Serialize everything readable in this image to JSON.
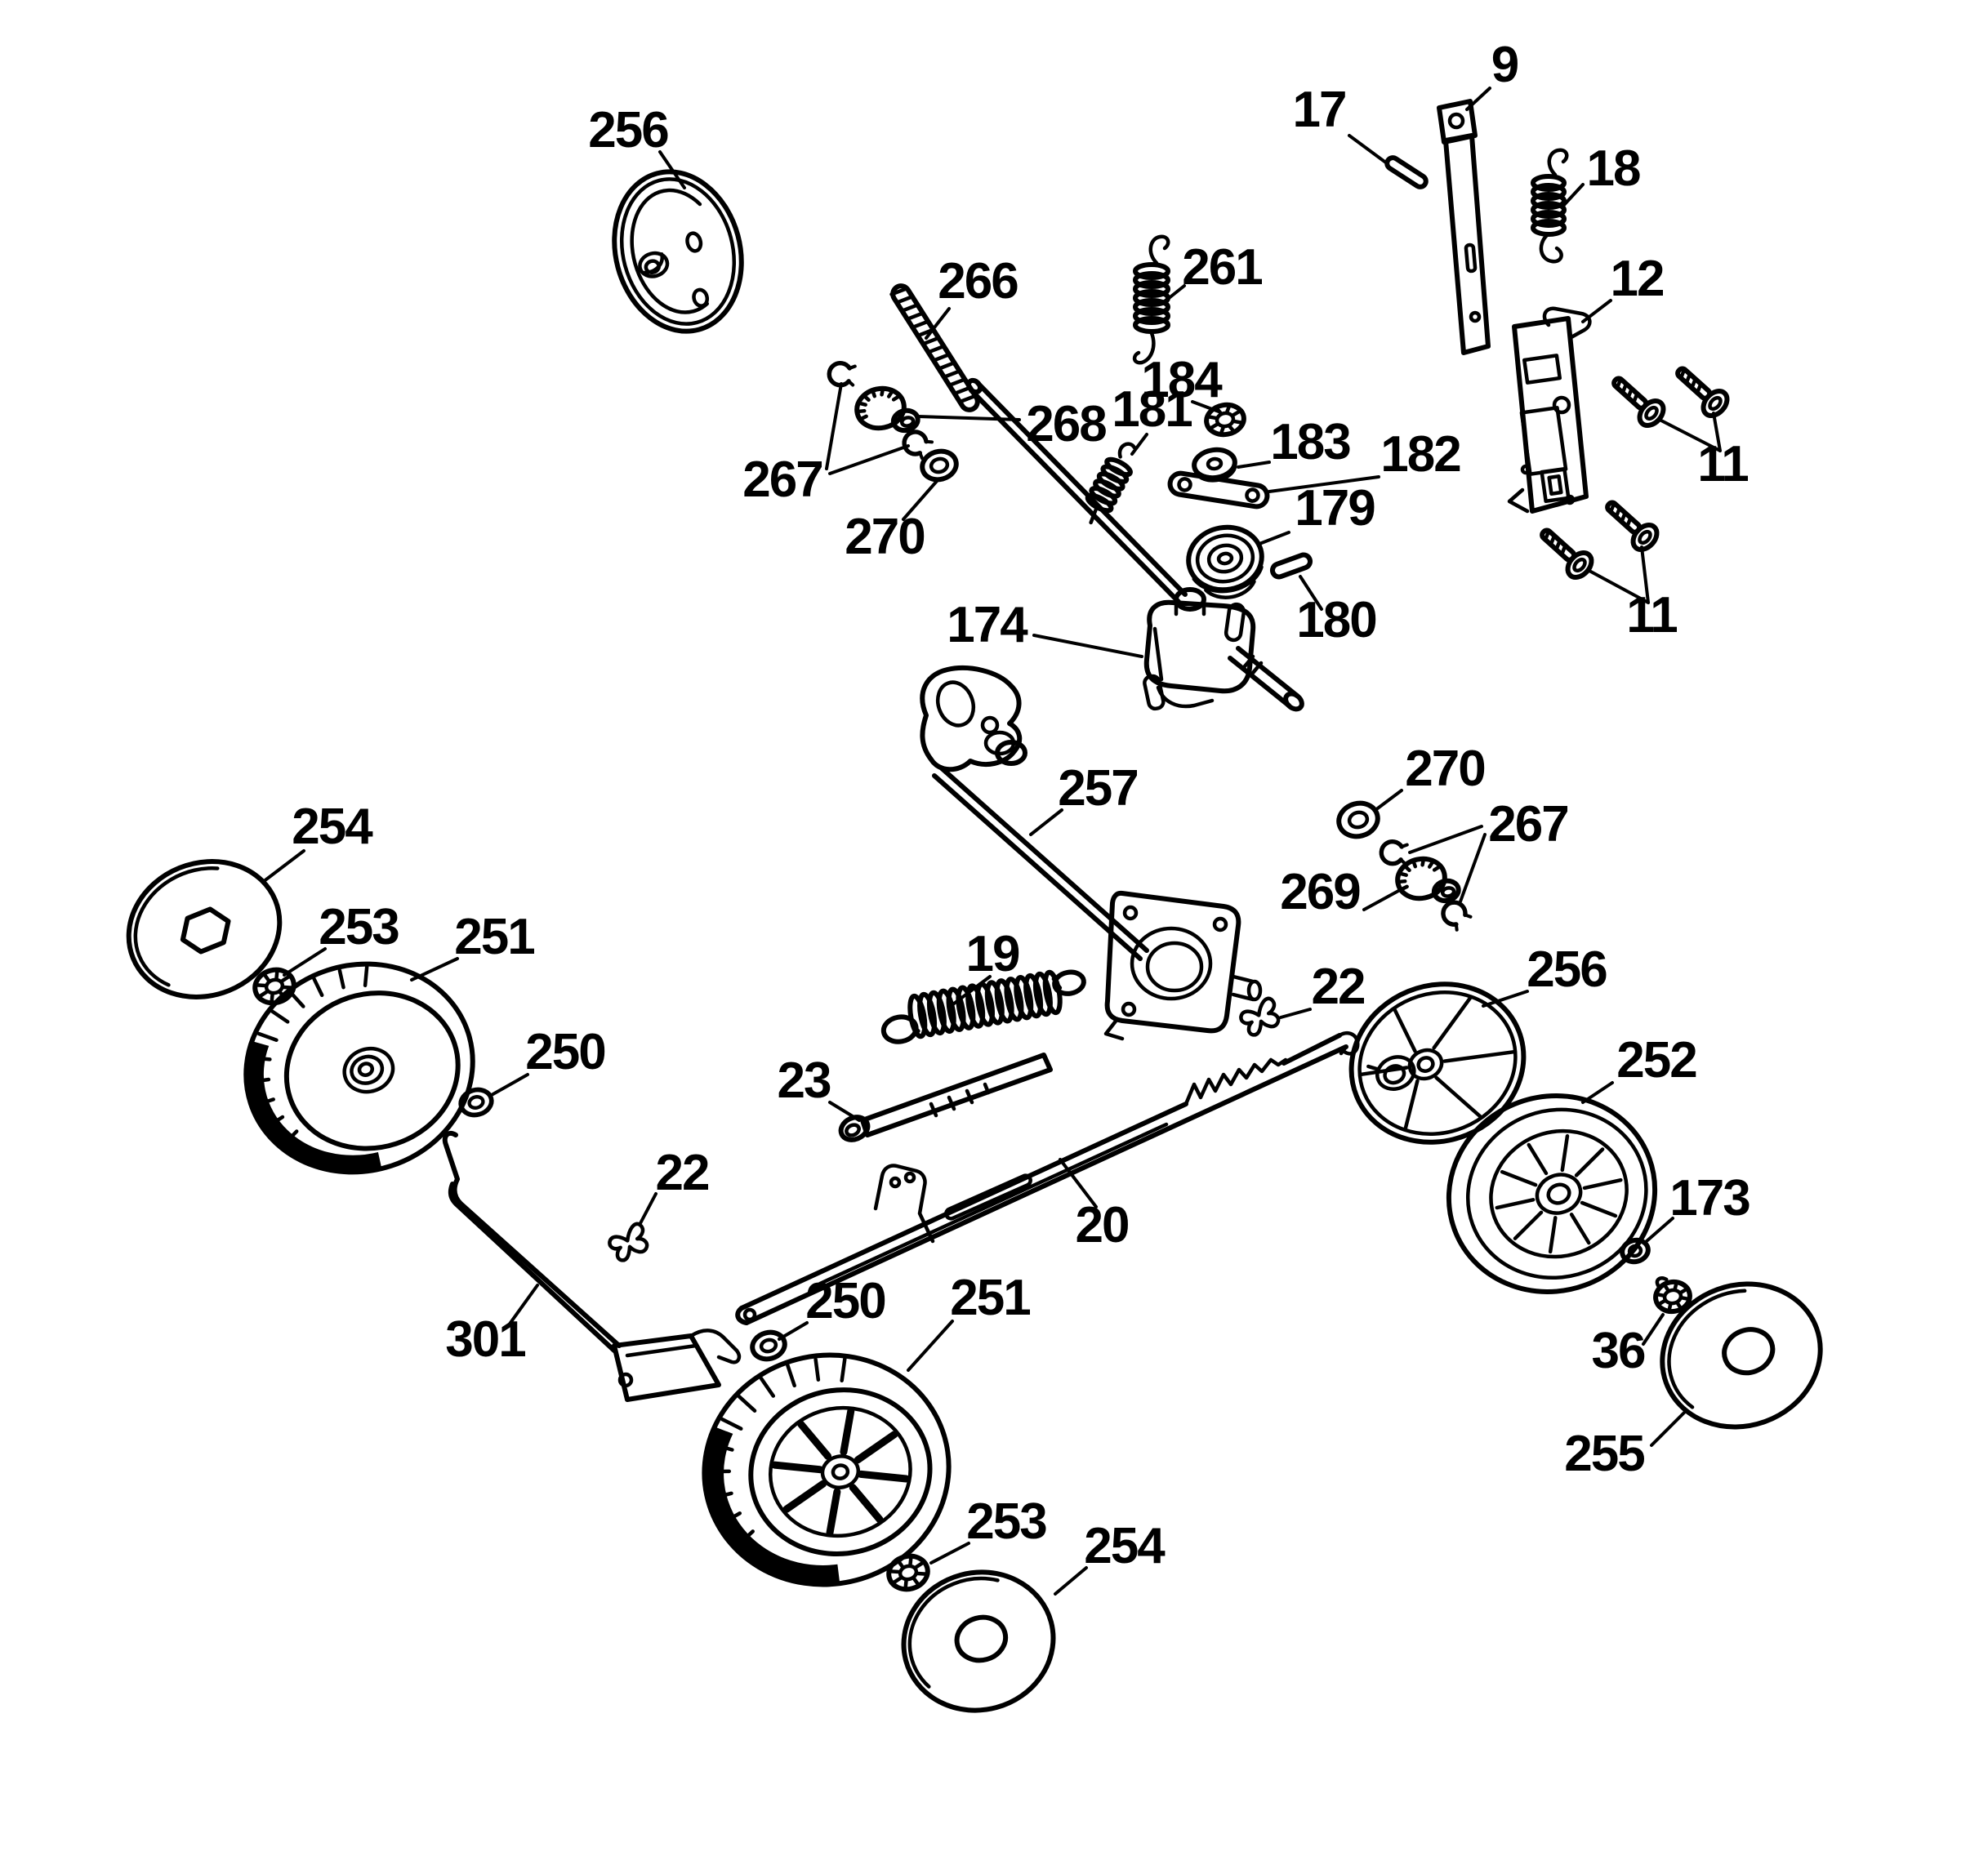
{
  "figure": {
    "type": "exploded-parts-diagram",
    "subject": "lawn mower drive / wheel assembly",
    "colors": {
      "ink": "#000000",
      "background": "#ffffff"
    }
  },
  "callouts": [
    {
      "part": "256",
      "location": "top-left wheel cover"
    },
    {
      "part": "266",
      "location": "threaded adjuster rod"
    },
    {
      "part": "17",
      "location": "small pin"
    },
    {
      "part": "9",
      "location": "flat brake bar"
    },
    {
      "part": "18",
      "location": "spring upper right"
    },
    {
      "part": "261",
      "location": "spring center top"
    },
    {
      "part": "12",
      "location": "bracket plate"
    },
    {
      "part": "11",
      "location": "screws upper set"
    },
    {
      "part": "11",
      "location": "screws lower set"
    },
    {
      "part": "184",
      "location": "knurled nut"
    },
    {
      "part": "181",
      "location": "small slanted spring"
    },
    {
      "part": "268",
      "location": "pinion gear left"
    },
    {
      "part": "183",
      "location": "flat washer"
    },
    {
      "part": "182",
      "location": "link arm"
    },
    {
      "part": "179",
      "location": "pulley"
    },
    {
      "part": "180",
      "location": "roll pin"
    },
    {
      "part": "174",
      "location": "gearbox"
    },
    {
      "part": "267",
      "location": "retaining clips left"
    },
    {
      "part": "270",
      "location": "washer left"
    },
    {
      "part": "257",
      "location": "shift rod assembly"
    },
    {
      "part": "270",
      "location": "washer right"
    },
    {
      "part": "267",
      "location": "retaining clips right"
    },
    {
      "part": "269",
      "location": "pinion gear right"
    },
    {
      "part": "254",
      "location": "hub cap left"
    },
    {
      "part": "253",
      "location": "push nut left"
    },
    {
      "part": "251",
      "location": "wheel left"
    },
    {
      "part": "250",
      "location": "washer mid left"
    },
    {
      "part": "19",
      "location": "extension spring center"
    },
    {
      "part": "22",
      "location": "clip right"
    },
    {
      "part": "256",
      "location": "spoked wheel cover right"
    },
    {
      "part": "252",
      "location": "wheel right"
    },
    {
      "part": "23",
      "location": "shift lever"
    },
    {
      "part": "22",
      "location": "clip left"
    },
    {
      "part": "20",
      "location": "drive engagement bar"
    },
    {
      "part": "173",
      "location": "washer far right"
    },
    {
      "part": "36",
      "location": "lock nut"
    },
    {
      "part": "250",
      "location": "washer bottom"
    },
    {
      "part": "251",
      "location": "wheel bottom"
    },
    {
      "part": "301",
      "location": "height adjuster rod"
    },
    {
      "part": "255",
      "location": "hub cap far right"
    },
    {
      "part": "253",
      "location": "push nut bottom"
    },
    {
      "part": "254",
      "location": "hub cap bottom"
    }
  ]
}
